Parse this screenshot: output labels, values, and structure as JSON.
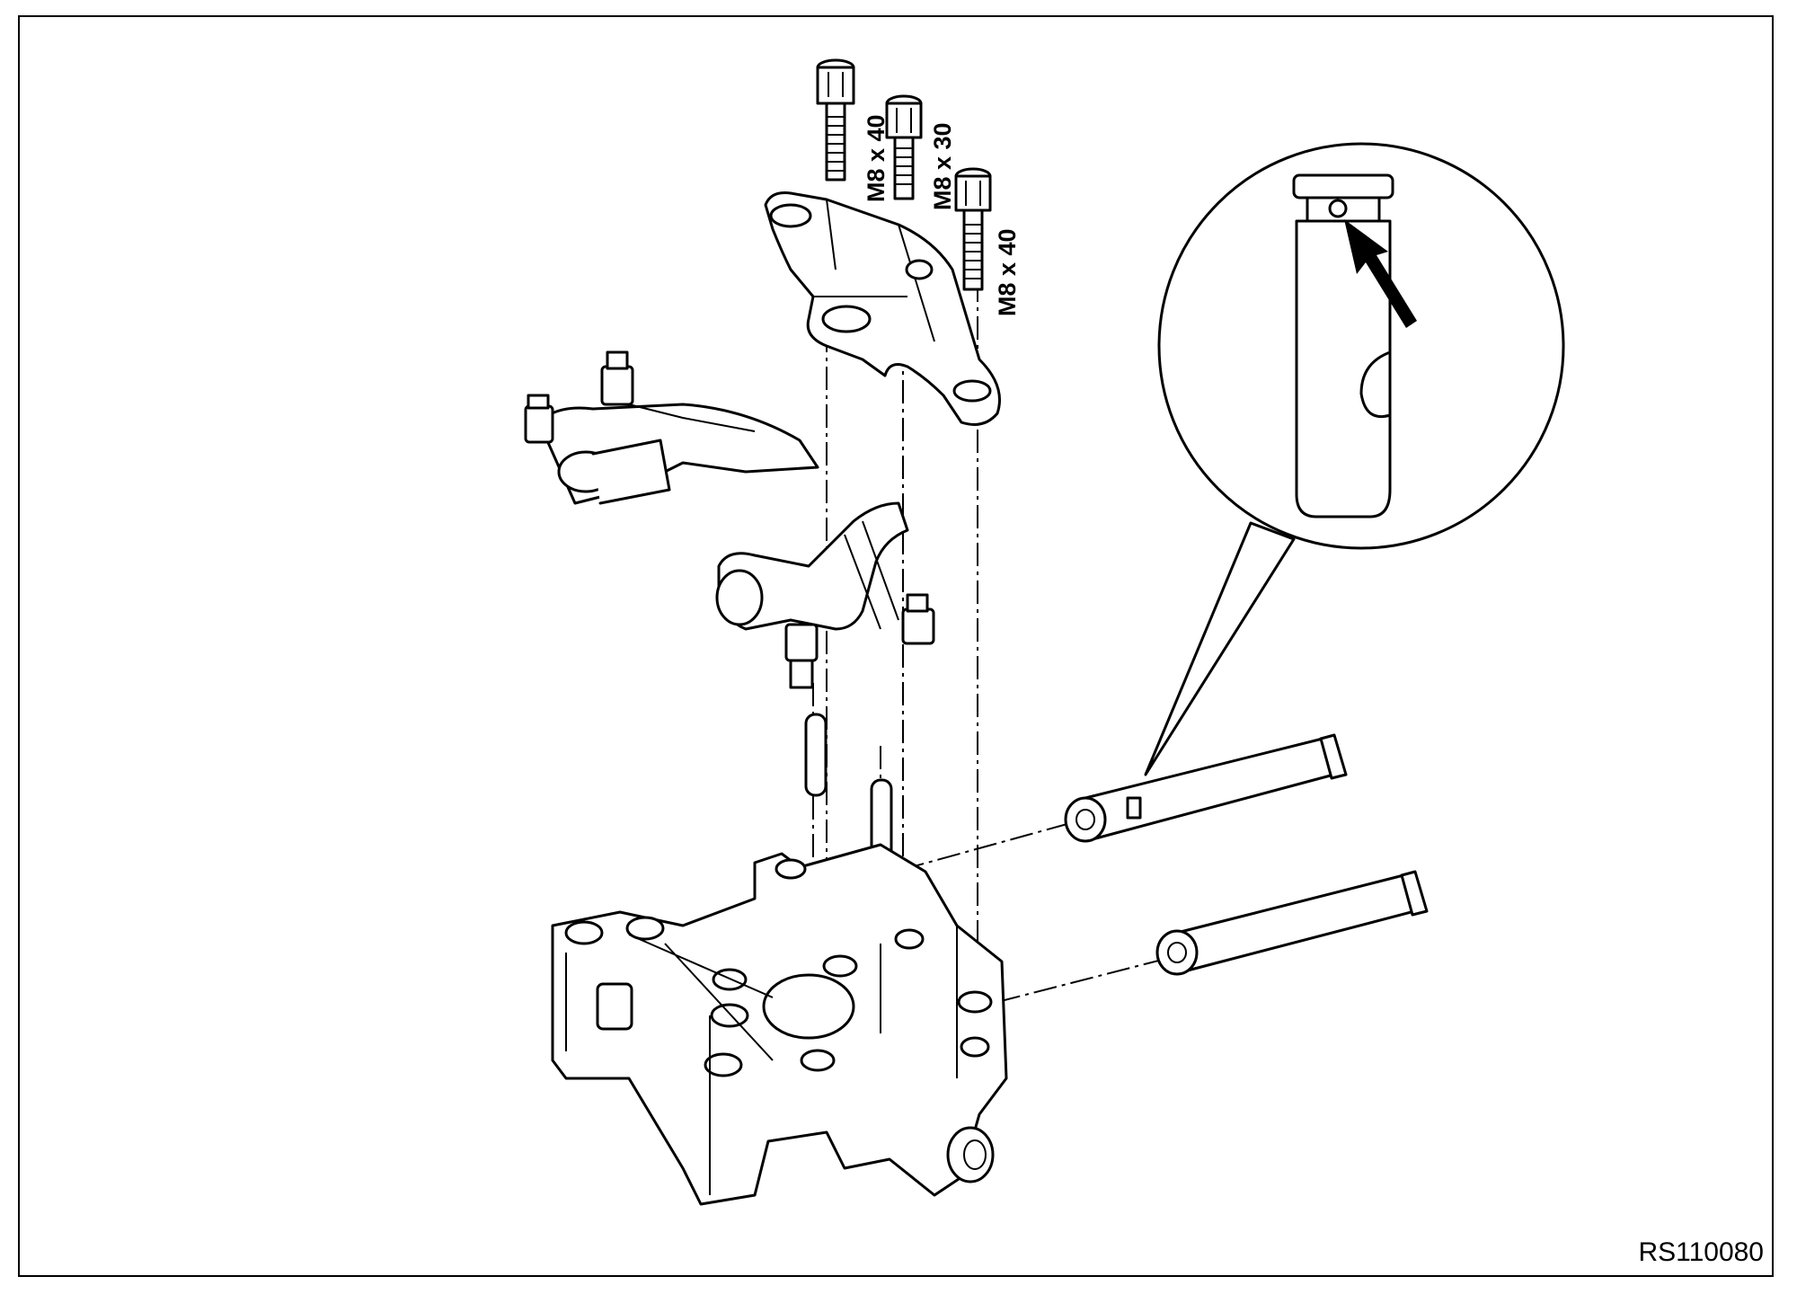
{
  "figure": {
    "code": "RS110080",
    "bolt_labels": [
      "M8 x 40",
      "M8 x 30",
      "M8 x 40"
    ]
  }
}
